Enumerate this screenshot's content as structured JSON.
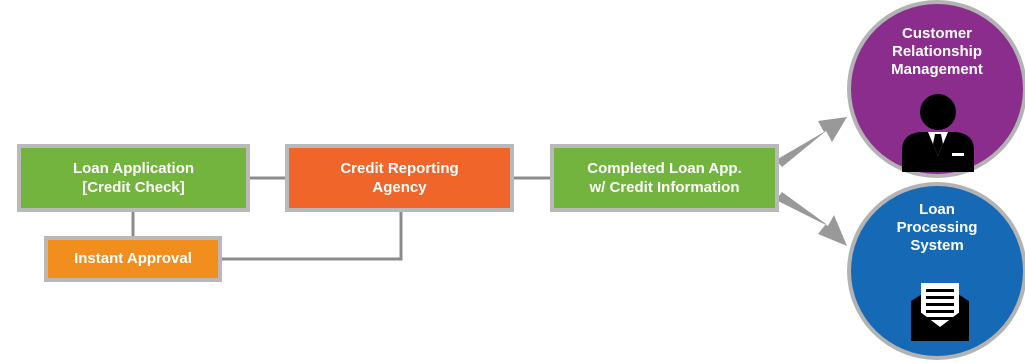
{
  "nodes": {
    "loan_application": {
      "line1": "Loan Application",
      "line2": "[Credit Check]"
    },
    "credit_reporting_agency": {
      "line1": "Credit Reporting",
      "line2": "Agency"
    },
    "completed_loan_app": {
      "line1": "Completed Loan App.",
      "line2": "w/ Credit Information"
    },
    "instant_approval": {
      "label": "Instant Approval"
    },
    "crm": {
      "line1": "Customer",
      "line2": "Relationship",
      "line3": "Management"
    },
    "loan_processing": {
      "line1": "Loan",
      "line2": "Processing",
      "line3": "System"
    }
  },
  "icons": {
    "crm": "person-in-suit-icon",
    "loan_processing": "document-in-envelope-icon"
  },
  "colors": {
    "green": "#72b43e",
    "orange": "#f0652a",
    "amber": "#f28e1e",
    "purple": "#8b2d8d",
    "blue": "#1569b5",
    "connector": "#8c8c8c",
    "arrow": "#999999"
  }
}
